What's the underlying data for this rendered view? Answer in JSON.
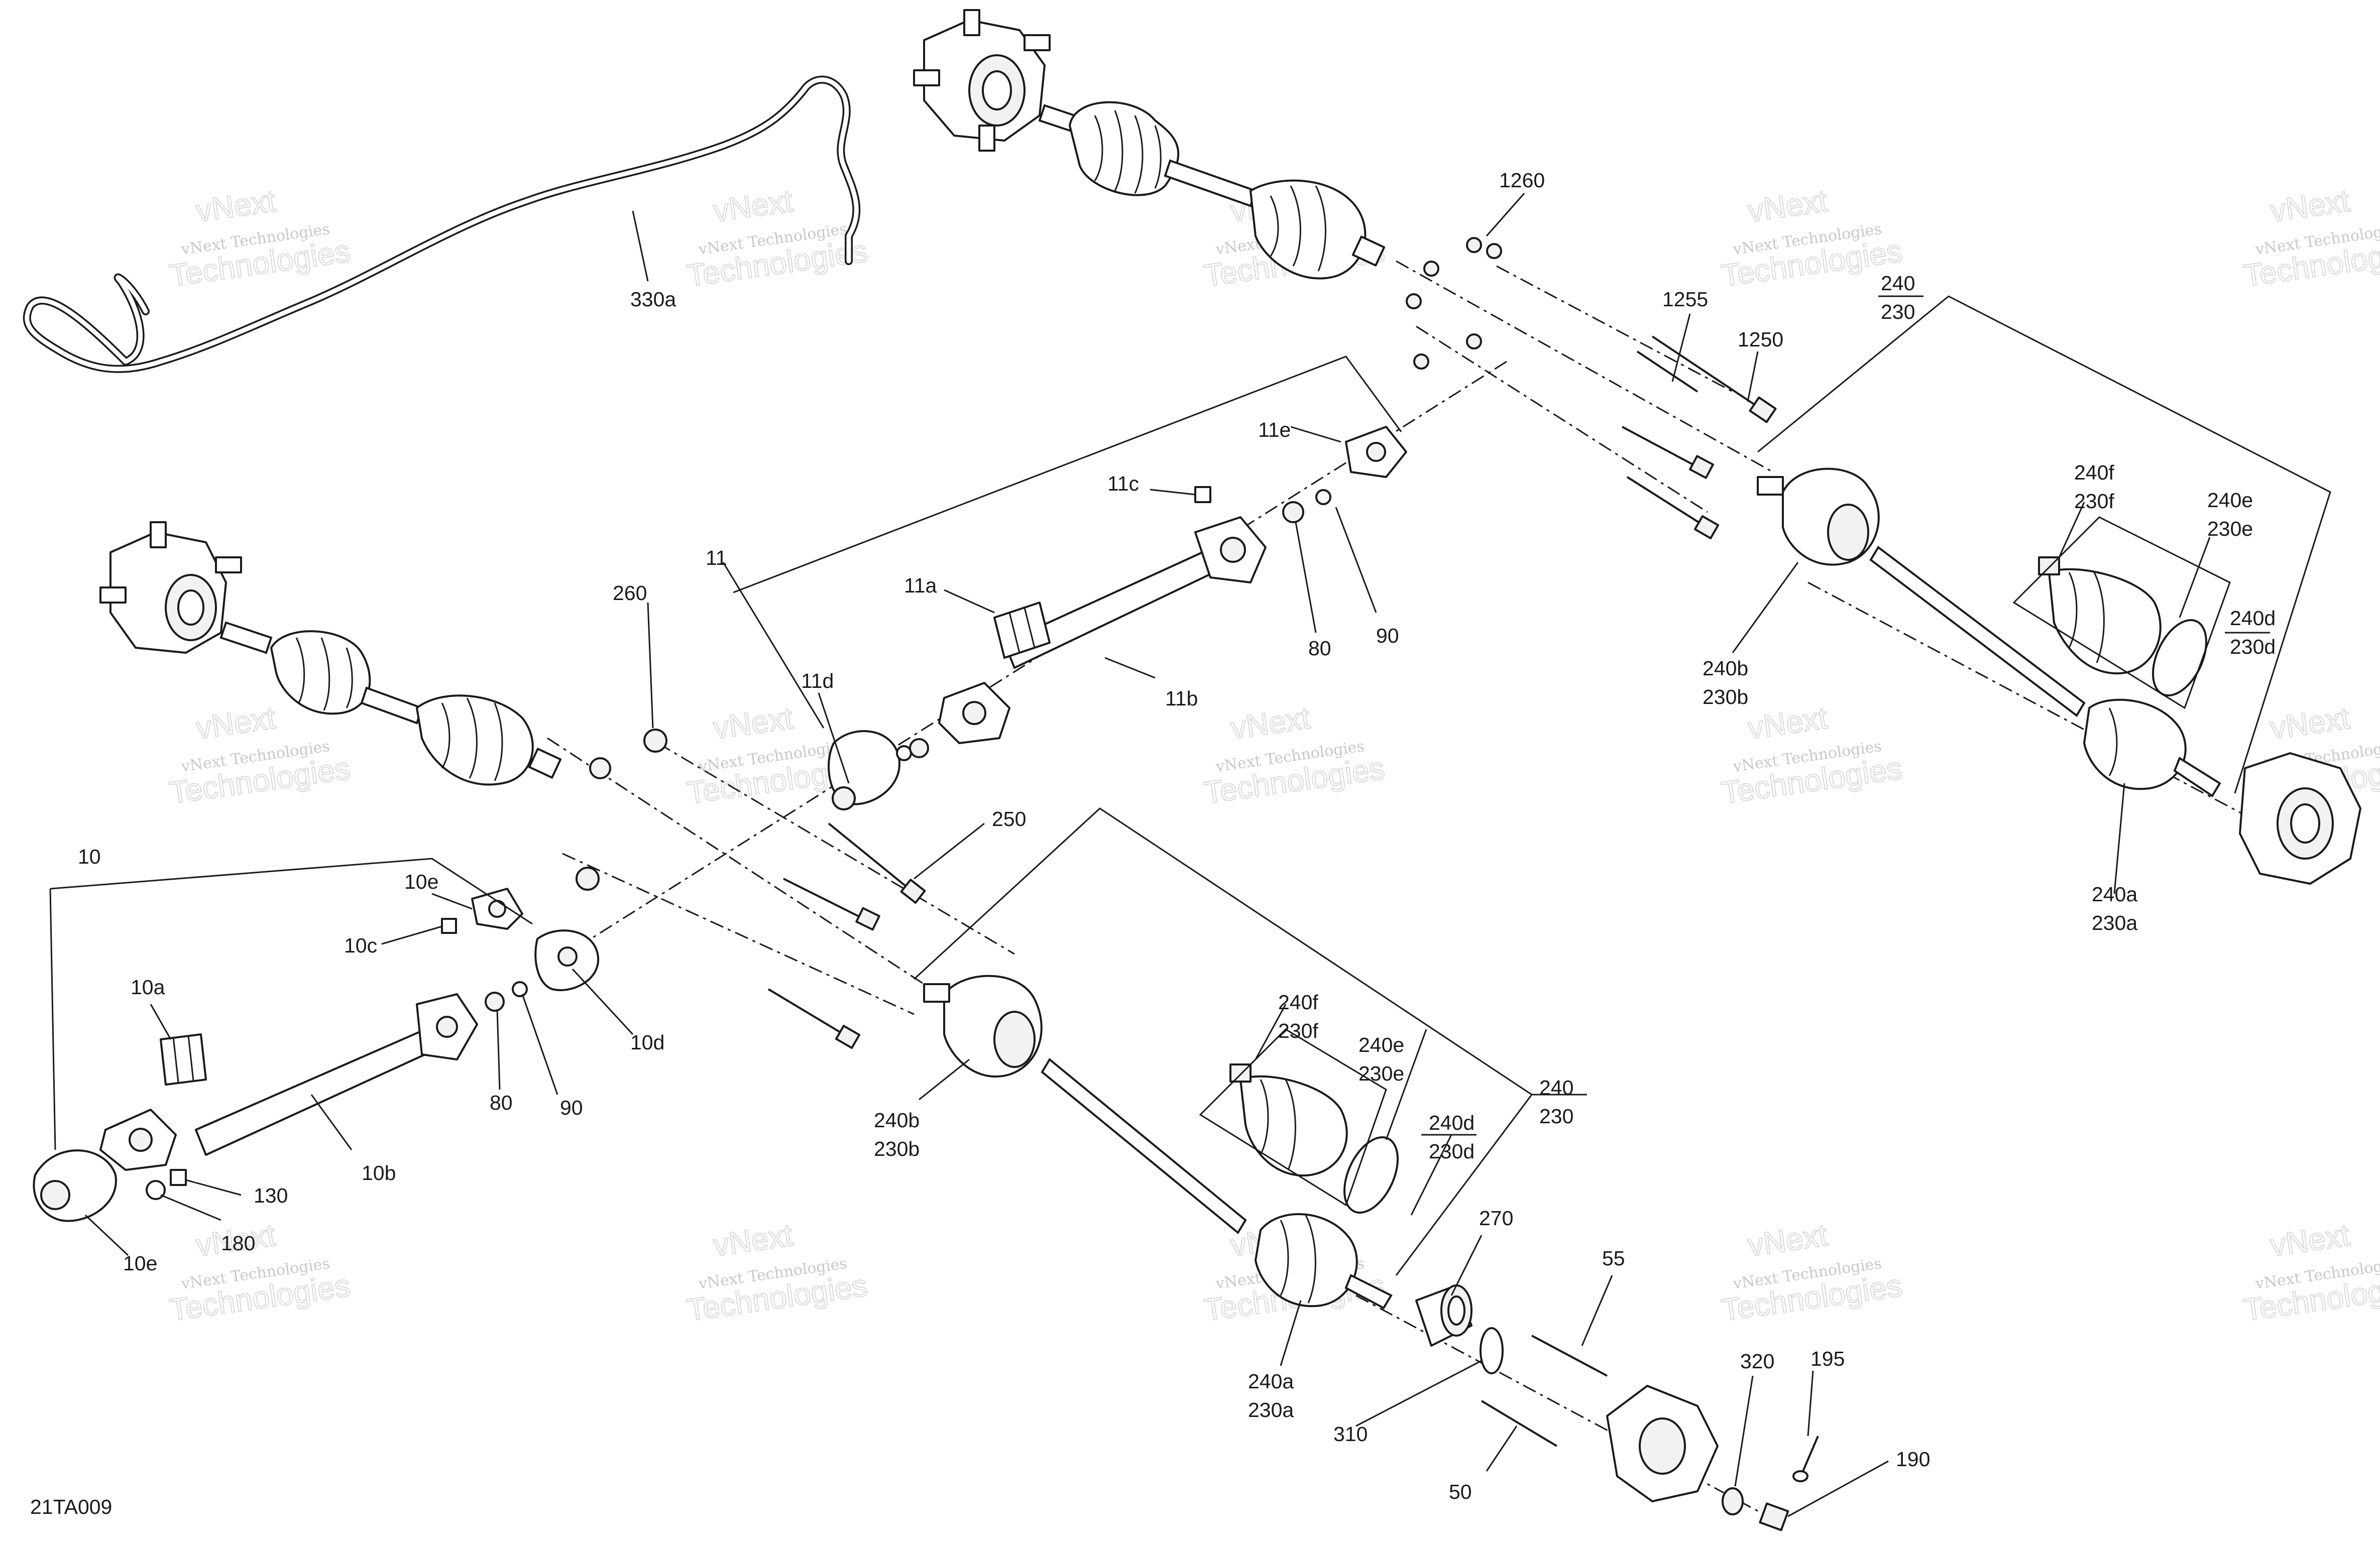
{
  "diagram": {
    "reference_code": "21TA009",
    "watermark": {
      "brand": "vNext",
      "line1": "vNext Technologies",
      "line2": "Technologies"
    },
    "callouts": [
      {
        "id": "c-1260",
        "label": "1260"
      },
      {
        "id": "c-330a",
        "label": "330a"
      },
      {
        "id": "c-1255",
        "label": "1255"
      },
      {
        "id": "c-1250",
        "label": "1250"
      },
      {
        "id": "c-240-top",
        "label": "240"
      },
      {
        "id": "c-230-top",
        "label": "230"
      },
      {
        "id": "c-11e",
        "label": "11e"
      },
      {
        "id": "c-11c",
        "label": "11c"
      },
      {
        "id": "c-240f-top",
        "label": "240f"
      },
      {
        "id": "c-230f-top",
        "label": "230f"
      },
      {
        "id": "c-240e-top",
        "label": "240e"
      },
      {
        "id": "c-230e-top",
        "label": "230e"
      },
      {
        "id": "c-11",
        "label": "11"
      },
      {
        "id": "c-260",
        "label": "260"
      },
      {
        "id": "c-11a",
        "label": "11a"
      },
      {
        "id": "c-80-top",
        "label": "80"
      },
      {
        "id": "c-90-top",
        "label": "90"
      },
      {
        "id": "c-240d-top",
        "label": "240d"
      },
      {
        "id": "c-230d-top",
        "label": "230d"
      },
      {
        "id": "c-240b-top",
        "label": "240b"
      },
      {
        "id": "c-230b-top",
        "label": "230b"
      },
      {
        "id": "c-11d",
        "label": "11d"
      },
      {
        "id": "c-11b",
        "label": "11b"
      },
      {
        "id": "c-250",
        "label": "250"
      },
      {
        "id": "c-240a-top",
        "label": "240a"
      },
      {
        "id": "c-230a-top",
        "label": "230a"
      },
      {
        "id": "c-10",
        "label": "10"
      },
      {
        "id": "c-10e-top",
        "label": "10e"
      },
      {
        "id": "c-10c",
        "label": "10c"
      },
      {
        "id": "c-10a",
        "label": "10a"
      },
      {
        "id": "c-10d",
        "label": "10d"
      },
      {
        "id": "c-80-bot",
        "label": "80"
      },
      {
        "id": "c-90-bot",
        "label": "90"
      },
      {
        "id": "c-240f-bot",
        "label": "240f"
      },
      {
        "id": "c-230f-bot",
        "label": "230f"
      },
      {
        "id": "c-240e-bot",
        "label": "240e"
      },
      {
        "id": "c-230e-bot",
        "label": "230e"
      },
      {
        "id": "c-240-bot",
        "label": "240"
      },
      {
        "id": "c-230-bot",
        "label": "230"
      },
      {
        "id": "c-240b-bot",
        "label": "240b"
      },
      {
        "id": "c-230b-bot",
        "label": "230b"
      },
      {
        "id": "c-240d-bot",
        "label": "240d"
      },
      {
        "id": "c-230d-bot",
        "label": "230d"
      },
      {
        "id": "c-10b",
        "label": "10b"
      },
      {
        "id": "c-130",
        "label": "130"
      },
      {
        "id": "c-180",
        "label": "180"
      },
      {
        "id": "c-10e-bot",
        "label": "10e"
      },
      {
        "id": "c-270",
        "label": "270"
      },
      {
        "id": "c-55",
        "label": "55"
      },
      {
        "id": "c-240a-bot",
        "label": "240a"
      },
      {
        "id": "c-230a-bot",
        "label": "230a"
      },
      {
        "id": "c-195",
        "label": "195"
      },
      {
        "id": "c-320",
        "label": "320"
      },
      {
        "id": "c-310",
        "label": "310"
      },
      {
        "id": "c-190",
        "label": "190"
      },
      {
        "id": "c-50",
        "label": "50"
      }
    ]
  }
}
